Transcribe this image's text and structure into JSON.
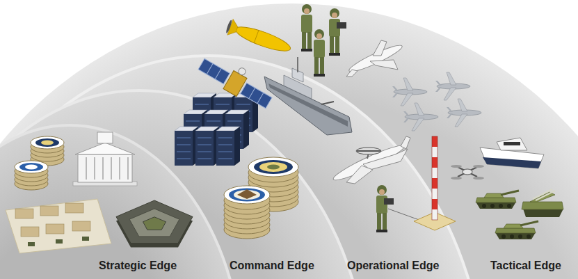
{
  "diagram": {
    "nodes": [
      {
        "text": [
          "Strategic Edge"
        ]
      },
      {
        "text": [
          "Command Edge"
        ]
      },
      {
        "text": [
          "Operational Edge"
        ]
      },
      {
        "text": [
          "Tactical Edge"
        ]
      }
    ]
  }
}
